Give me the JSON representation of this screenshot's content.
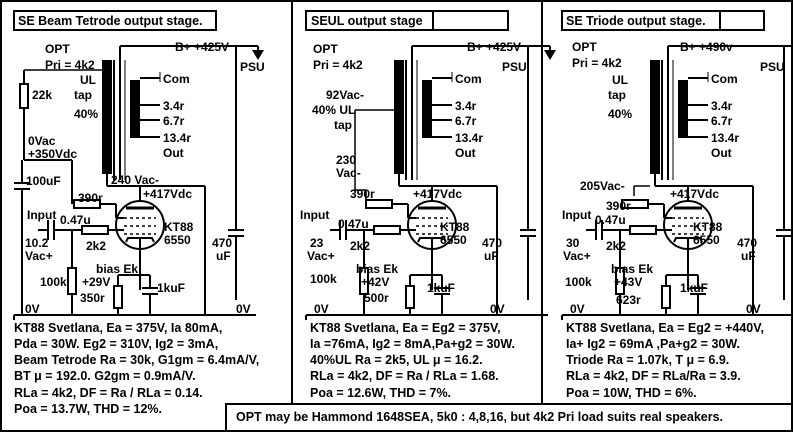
{
  "colors": {
    "ink": "#000000",
    "paper": "#ffffff",
    "frame": "#808080"
  },
  "panels": [
    {
      "title": "SE Beam Tetrode output stage.",
      "opt": "OPT",
      "pri": "Pri = 4k2",
      "ul": "UL",
      "tap": "tap",
      "pct": "40%",
      "bplus": "B+ +425V",
      "psu": "PSU",
      "com": "Com",
      "sec3": "3.4r",
      "sec6": "6.7r",
      "sec13": "13.4r",
      "out": "Out",
      "r_top": "22k",
      "v_bias": "0Vac",
      "v_dc": "+350Vdc",
      "c_in": "100uF",
      "anode_ac": "240 Vac-",
      "anode_dc": "+417Vdc",
      "r_screen": "390r",
      "input": "Input",
      "c_couple": "0.47u",
      "v_in1": "10.2",
      "v_in2": "Vac+",
      "r_grid": "2k2",
      "tube1": "KT88",
      "tube2": "6550",
      "r_gl": "100k",
      "bias": "bias Ek",
      "v_k": "+29V",
      "r_k": "350r",
      "c_k": "1kuF",
      "c_psu1": "470",
      "c_psu2": "uF",
      "zero1": "0V",
      "zero2": "0V",
      "spec": [
        "KT88 Svetlana, Ea = 375V, Ia 80mA,",
        "Pda = 30W.  Eg2 = 310V,  Ig2 = 3mA,",
        "Beam Tetrode Ra = 30k, G1gm = 6.4mA/V,",
        "BT μ = 192.0.   G2gm = 0.9mA/V.",
        "RLa = 4k2, DF = Ra / RLa = 0.14.",
        "Poa = 13.7W, THD = 12%."
      ]
    },
    {
      "title": "SEUL output stage",
      "opt": "OPT",
      "pri": "Pri = 4k2",
      "bplus": "B+ +425V",
      "psu": "PSU",
      "com": "Com",
      "sec3": "3.4r",
      "sec6": "6.7r",
      "sec13": "13.4r",
      "out": "Out",
      "ul1": "92Vac-",
      "ul2": "40% UL",
      "ul3": "tap",
      "anode_ac1": "230",
      "anode_ac2": "Vac-",
      "anode_dc": "+417Vdc",
      "r_screen": "390r",
      "input": "Input",
      "c_couple": "0.47u",
      "v_in1": "23",
      "v_in2": "Vac+",
      "r_grid": "2k2",
      "tube1": "KT88",
      "tube2": "6550",
      "r_gl": "100k",
      "bias": "bias Ek",
      "v_k": "+42V",
      "r_k": "500r",
      "c_k": "1kuF",
      "c_psu1": "470",
      "c_psu2": "uF",
      "zero1": "0V",
      "zero2": "0V",
      "spec": [
        "KT88 Svetlana, Ea = Eg2 = 375V,",
        "Ia =76mA, Ig2 = 8mA,Pa+g2 = 30W.",
        "40%UL Ra = 2k5, UL μ = 16.2.",
        "RLa = 4k2, DF = Ra / RLa = 1.68.",
        "Poa = 12.6W, THD = 7%."
      ]
    },
    {
      "title": "SE Triode output stage.",
      "opt": "OPT",
      "pri": "Pri = 4k2",
      "ul": "UL",
      "tap": "tap",
      "pct": "40%",
      "bplus": "B+ +490v",
      "psu": "PSU",
      "com": "Com",
      "sec3": "3.4r",
      "sec6": "6.7r",
      "sec13": "13.4r",
      "out": "Out",
      "anode_ac": "205Vac-",
      "anode_dc": "+417Vdc",
      "r_screen": "390r",
      "input": "Input",
      "c_couple": "0.47u",
      "v_in1": "30",
      "v_in2": "Vac+",
      "r_grid": "2k2",
      "tube1": "KT88",
      "tube2": "6550",
      "r_gl": "100k",
      "bias": "bias Ek",
      "v_k": "+43V",
      "r_k": "623r",
      "c_k": "1kuF",
      "c_psu1": "470",
      "c_psu2": "uF",
      "zero1": "0V",
      "zero2": "0V",
      "spec": [
        "KT88 Svetlana, Ea = Eg2 = +440V,",
        "Ia+ Ig2 = 69mA  ,Pa+g2 = 30W.",
        "Triode Ra = 1.07k, T μ = 6.9.",
        "RLa = 4k2, DF = RLa/Ra = 3.9.",
        "Poa = 10W, THD = 6%."
      ]
    }
  ],
  "footer": "OPT may be Hammond 1648SEA, 5k0 : 4,8,16,  but 4k2 Pri load suits real speakers."
}
